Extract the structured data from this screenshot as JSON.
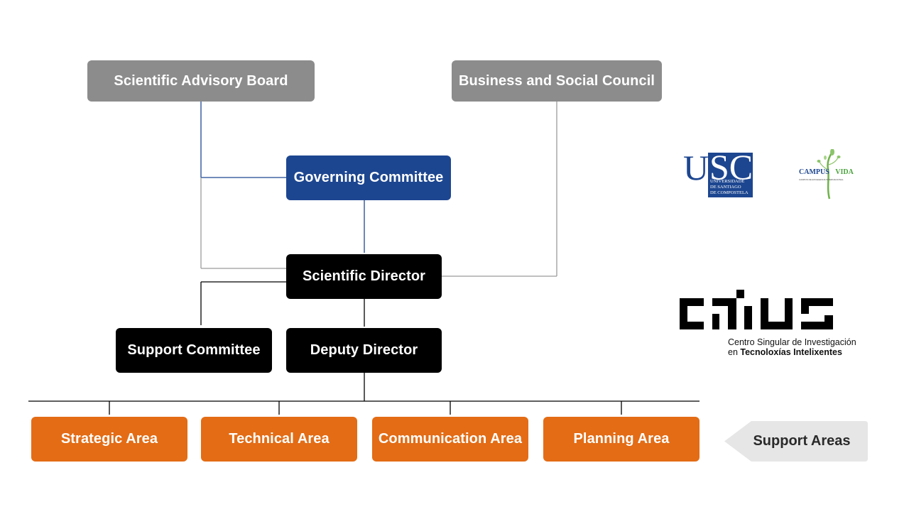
{
  "diagram": {
    "type": "org-chart",
    "nodes": {
      "scientific_advisory_board": "Scientific Advisory Board",
      "business_social_council": "Business and Social Council",
      "governing_committee": "Governing Committee",
      "scientific_director": "Scientific Director",
      "support_committee": "Support Committee",
      "deputy_director": "Deputy Director",
      "areas": [
        "Strategic Area",
        "Technical Area",
        "Communication Area",
        "Planning Area"
      ]
    },
    "support_areas_label": "Support Areas",
    "colors": {
      "advisory": "#8c8c8c",
      "governing": "#1d4690",
      "direction": "#000000",
      "areas": "#e36c15",
      "support_arrow": "#e6e6e6"
    }
  },
  "logos": {
    "usc": {
      "letters_u": "U",
      "letters_sc": "SC",
      "subtitle": "UNIVERSIDADE\nDE SANTIAGO\nDE COMPOSTELA"
    },
    "campus_vida": {
      "campus": "CAMPUS",
      "vida": "VIDA",
      "subtitle": "CAMPUS DE EXCELENCIA INTERNACIONAL"
    },
    "citius": {
      "line1": "Centro Singular de Investigación",
      "line2_prefix": "en ",
      "line2_bold": "Tecnoloxías Intelixentes"
    }
  }
}
